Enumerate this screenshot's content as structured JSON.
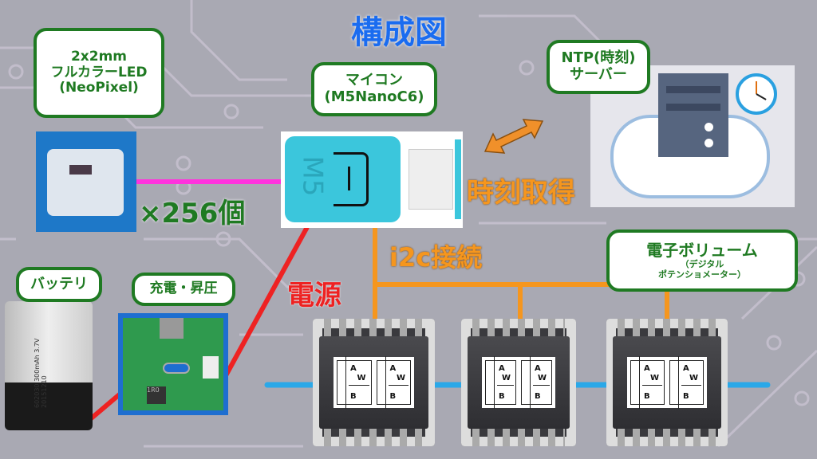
{
  "title": "構成図",
  "colors": {
    "title": "#1a6cf0",
    "bubble_border": "#1f7a22",
    "pink_line": "#ff33dd",
    "red_power": "#ee2222",
    "orange_i2c": "#f5961e",
    "blue_chain": "#2aa8e8",
    "m5_body": "#3bc6dc"
  },
  "led": {
    "bubble": [
      "2x2mm",
      "フルカラーLED",
      "(NeoPixel)"
    ],
    "count": "×256個"
  },
  "mcu": {
    "bubble": [
      "マイコン",
      "(M5NanoC6)"
    ],
    "body_label": "M5"
  },
  "ntp": {
    "bubble": [
      "NTP(時刻)",
      "サーバー"
    ],
    "action": "時刻取得",
    "icons": [
      "server-icon",
      "clock-icon",
      "cloud-icon"
    ]
  },
  "i2c_label": "i2c接続",
  "power_label": "電源",
  "volume": {
    "bubble_title": "電子ボリューム",
    "bubble_sub": [
      "（デジタル",
      "ポテンショメーター）"
    ],
    "pins": {
      "a": "A",
      "w": "W",
      "b": "B"
    }
  },
  "battery": {
    "bubble": "バッテリ",
    "print": "602030 300mAh 3.7V 20151210"
  },
  "charger": {
    "bubble": "充電・昇圧",
    "inductor": "1R0"
  }
}
